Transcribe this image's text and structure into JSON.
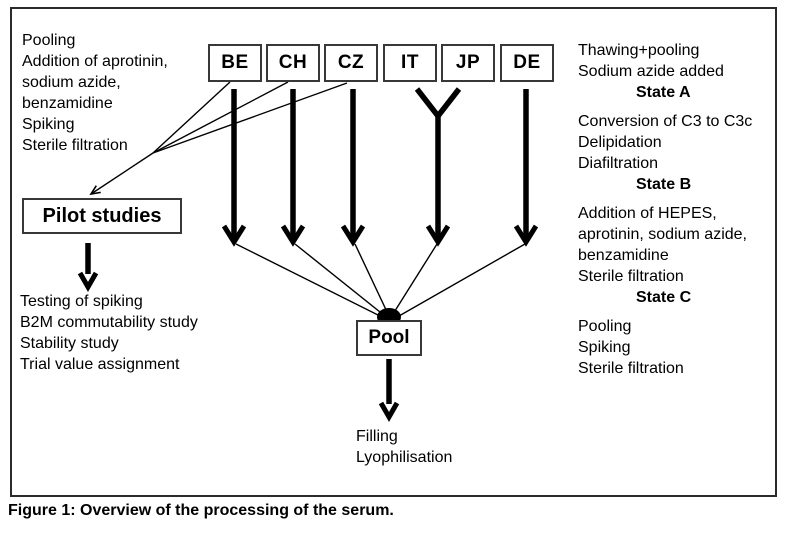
{
  "diagram": {
    "source_boxes": [
      {
        "label": "BE"
      },
      {
        "label": "CH"
      },
      {
        "label": "CZ"
      },
      {
        "label": "IT"
      },
      {
        "label": "JP"
      },
      {
        "label": "DE"
      }
    ],
    "left_process_note": [
      "Pooling",
      "Addition of aprotinin,",
      "sodium azide,",
      "benzamidine",
      "Spiking",
      "Sterile filtration"
    ],
    "pilot_box_label": "Pilot studies",
    "pilot_outputs": [
      "Testing of spiking",
      "B2M commutability study",
      "Stability study",
      "Trial value assignment"
    ],
    "pool_box_label": "Pool",
    "pool_outputs": [
      "Filling",
      "Lyophilisation"
    ],
    "right_notes": [
      {
        "lines": [
          "Thawing+pooling",
          "Sodium azide added"
        ],
        "state": "State A"
      },
      {
        "lines": [
          "Conversion of C3 to C3c",
          "Delipidation",
          "Diafiltration"
        ],
        "state": "State B"
      },
      {
        "lines": [
          "Addition of HEPES,",
          "aprotinin, sodium azide,",
          "benzamidine",
          "Sterile filtration"
        ],
        "state": "State C"
      },
      {
        "lines": [
          "Pooling",
          "Spiking",
          "Sterile filtration"
        ],
        "state": ""
      }
    ],
    "line_color": "#000000",
    "border_color": "#2b2b2b"
  },
  "caption": "Figure 1: Overview of the processing of the serum."
}
